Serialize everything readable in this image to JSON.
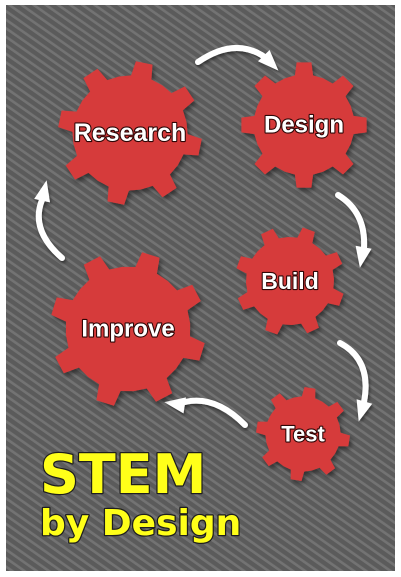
{
  "colors": {
    "frame": "#ffffff",
    "background": "#5b5b5b",
    "stripe": "#727272",
    "gear_fill": "#d63a3a",
    "arrow": "#ffffff",
    "brand_text": "#ffff19"
  },
  "steps": [
    {
      "label": "Research",
      "icon": "gear-icon"
    },
    {
      "label": "Design",
      "icon": "gear-icon"
    },
    {
      "label": "Build",
      "icon": "gear-icon"
    },
    {
      "label": "Test",
      "icon": "gear-icon"
    },
    {
      "label": "Improve",
      "icon": "gear-icon"
    }
  ],
  "arrows": [
    {
      "from": "Research",
      "to": "Design",
      "icon": "curved-arrow-icon"
    },
    {
      "from": "Design",
      "to": "Build",
      "icon": "curved-arrow-icon"
    },
    {
      "from": "Build",
      "to": "Test",
      "icon": "curved-arrow-icon"
    },
    {
      "from": "Test",
      "to": "Improve",
      "icon": "curved-arrow-icon"
    },
    {
      "from": "Improve",
      "to": "Research",
      "icon": "curved-arrow-icon"
    }
  ],
  "brand": {
    "line1": "STEM",
    "line2": "by Design"
  }
}
